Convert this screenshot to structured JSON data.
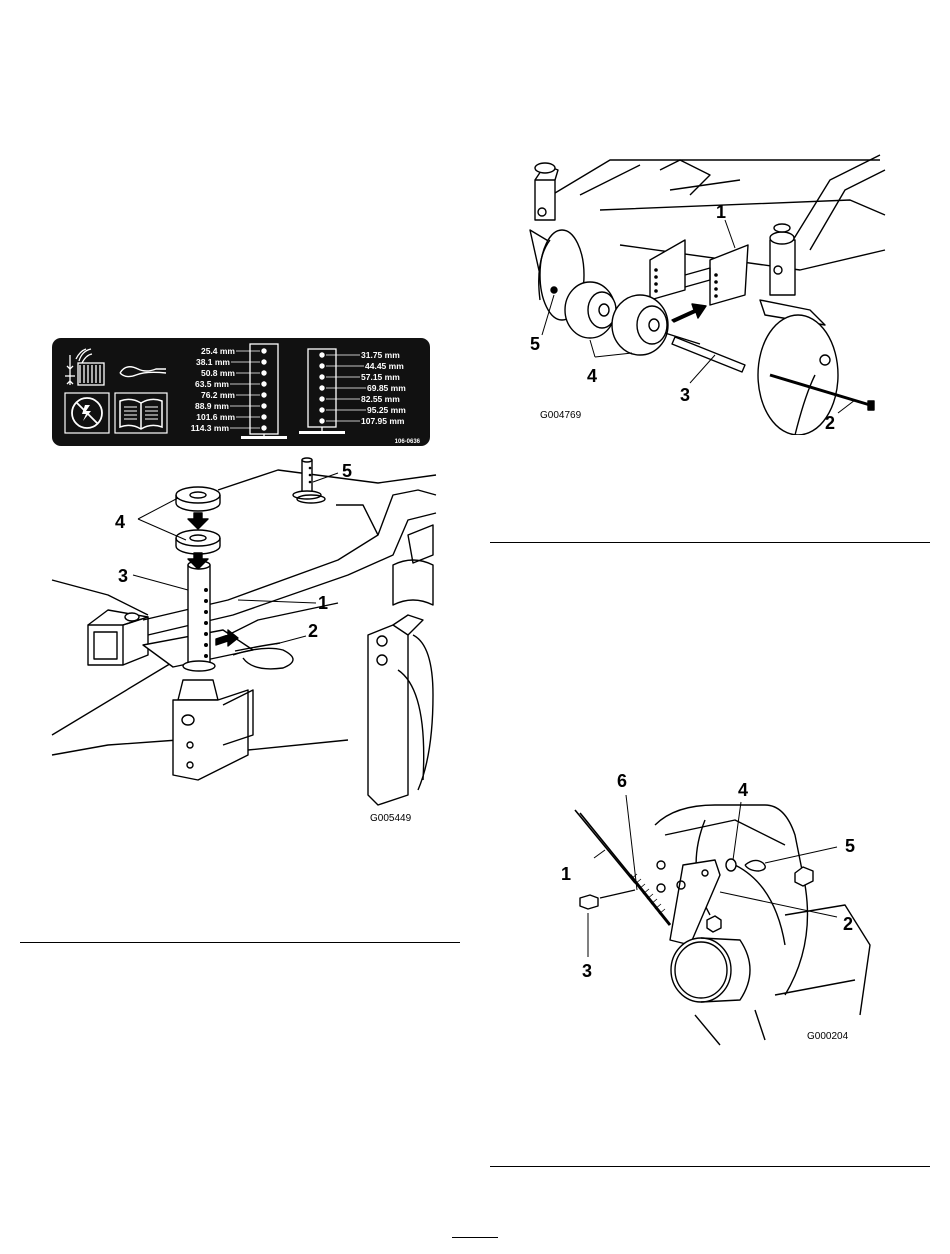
{
  "figure_left": {
    "decal": {
      "code": "106-0636",
      "left_heights": [
        "25.4 mm",
        "38.1 mm",
        "50.8 mm",
        "63.5 mm",
        "76.2 mm",
        "88.9 mm",
        "101.6 mm",
        "114.3 mm"
      ],
      "right_heights": [
        "31.75 mm",
        "44.45 mm",
        "57.15 mm",
        "69.85 mm",
        "82.55 mm",
        "95.25 mm",
        "107.95 mm"
      ],
      "icons": [
        "height-of-cut-icon",
        "hairpin-cotter-icon",
        "no-tools-icon",
        "operators-manual-icon"
      ]
    },
    "callouts": [
      "1",
      "2",
      "3",
      "4",
      "5"
    ],
    "figure_code": "G005449"
  },
  "figure_right_top": {
    "callouts": [
      "1",
      "2",
      "3",
      "4",
      "5"
    ],
    "figure_code": "G004769"
  },
  "figure_right_bottom": {
    "callouts": [
      "1",
      "2",
      "3",
      "4",
      "5",
      "6"
    ],
    "figure_code": "G000204"
  }
}
